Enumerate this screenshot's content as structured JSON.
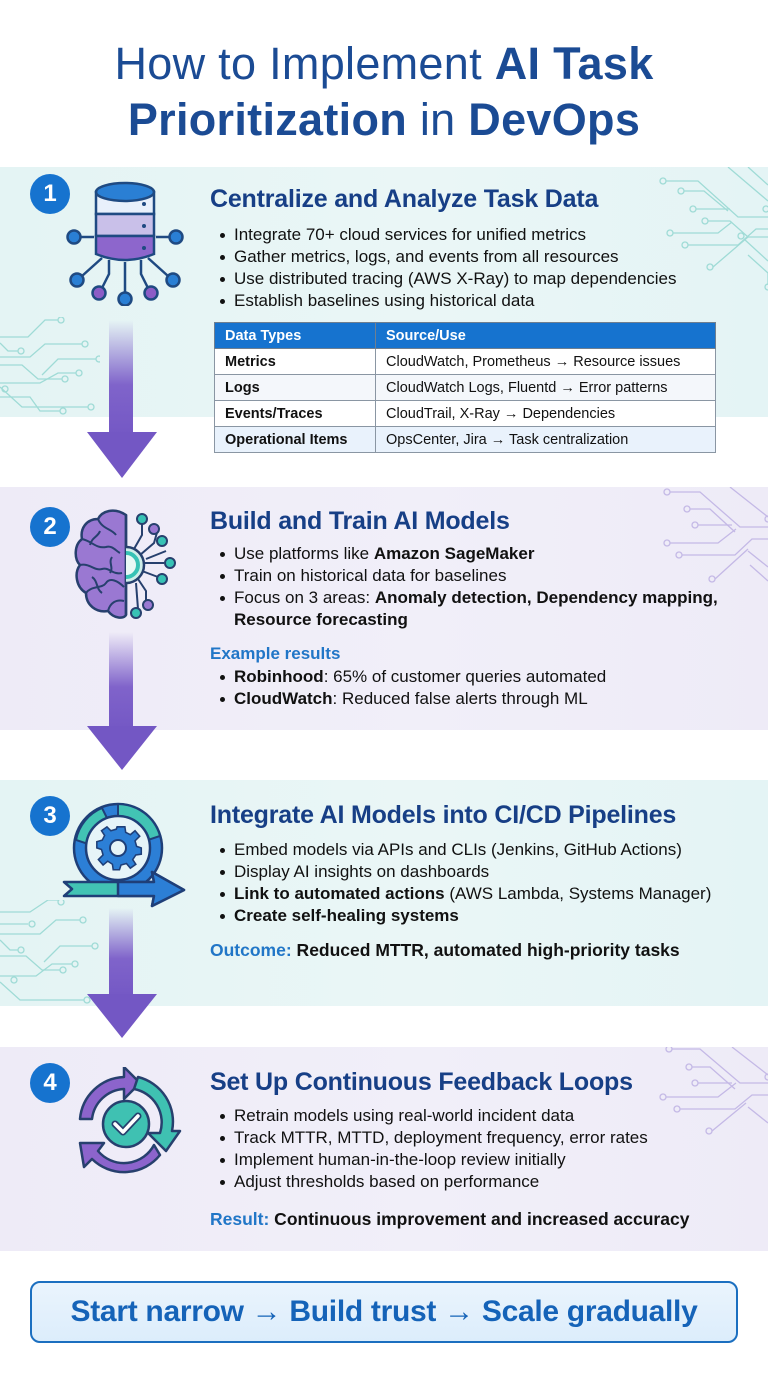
{
  "title": {
    "line1_regular": "How to Implement ",
    "line1_bold": "AI Task",
    "line2_bold": "Prioritization",
    "line2_regular": " in ",
    "line2_bold_end": "DevOps"
  },
  "colors": {
    "title_blue": "#1b4b94",
    "heading_blue": "#173f86",
    "badge_blue": "#1673cf",
    "accent_blue": "#2176c7",
    "arrow_purple": "#7357c4",
    "teal_bg": "#e6f5f5",
    "lavender_bg": "#efedf8"
  },
  "steps": [
    {
      "number": "1",
      "icon": "database-network-icon",
      "title": "Centralize and Analyze Task Data",
      "bullets": [
        "Integrate 70+ cloud services for unified metrics",
        "Gather metrics, logs, and events from all resources",
        "Use distributed tracing (AWS X-Ray) to map dependencies",
        "Establish baselines using historical data"
      ],
      "table": {
        "headers": [
          "Data Types",
          "Source/Use"
        ],
        "rows": [
          [
            "Metrics",
            "CloudWatch, Prometheus → Resource issues"
          ],
          [
            "Logs",
            "CloudWatch Logs, Fluentd → Error patterns"
          ],
          [
            "Events/Traces",
            "CloudTrail, X-Ray → Dependencies"
          ],
          [
            "Operational Items",
            "OpsCenter, Jira → Task centralization"
          ]
        ]
      }
    },
    {
      "number": "2",
      "icon": "ai-brain-circuit-icon",
      "title": "Build and Train AI Models",
      "bullets": [
        {
          "text": "Use platforms like ",
          "bold": "Amazon SageMaker"
        },
        {
          "text": "Train on historical data for baselines"
        },
        {
          "text": "Focus on 3 areas: ",
          "bold": "Anomaly detection, Dependency mapping,"
        },
        {
          "bold": "Resource forecasting"
        }
      ],
      "results_label": "Example results",
      "results": [
        {
          "bold": "Robinhood",
          "text": ": 65% of customer queries automated"
        },
        {
          "bold": "CloudWatch",
          "text": ": Reduced false alerts through ML"
        }
      ]
    },
    {
      "number": "3",
      "icon": "gear-cycle-pipeline-icon",
      "title": "Integrate AI Models into CI/CD Pipelines",
      "bullets": [
        {
          "text": "Embed models via APIs and CLIs (Jenkins, GitHub Actions)"
        },
        {
          "text": "Display AI insights on dashboards"
        },
        {
          "bold": "Link to automated actions",
          "text": " (AWS Lambda, Systems Manager)"
        },
        {
          "bold": "Create self-healing systems"
        }
      ],
      "outcome_label": "Outcome:",
      "outcome_text": " Reduced MTTR, automated high-priority tasks"
    },
    {
      "number": "4",
      "icon": "feedback-loop-check-icon",
      "title": "Set Up Continuous Feedback Loops",
      "bullets": [
        "Retrain models using real-world incident data",
        "Track MTTR, MTTD, deployment frequency, error rates",
        "Implement human-in-the-loop review initially",
        "Adjust thresholds based on performance"
      ],
      "outcome_label": "Result:",
      "outcome_text": " Continuous improvement and increased accuracy"
    }
  ],
  "callout": {
    "text": "Start narrow → Build trust → Scale gradually"
  }
}
